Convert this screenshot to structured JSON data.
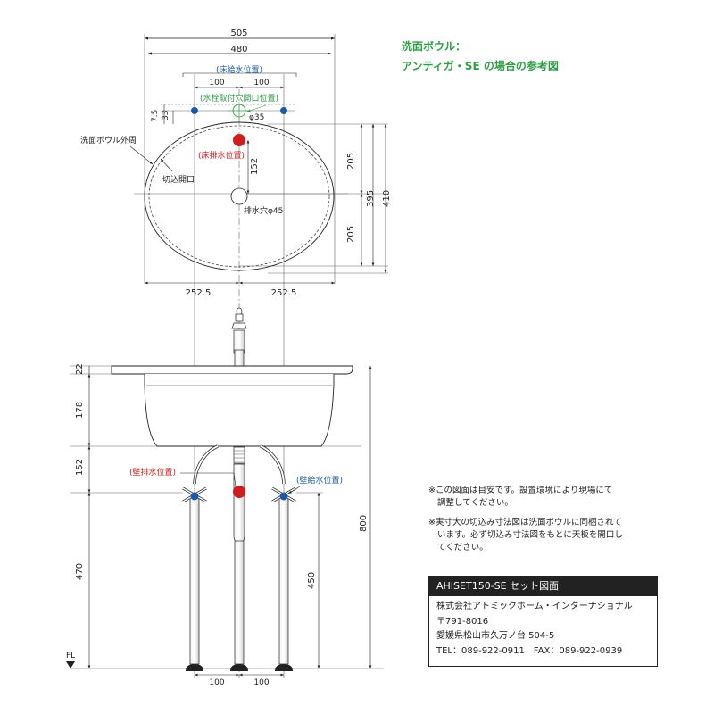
{
  "heading": {
    "line1": "洗面ボウル：",
    "line2": "アンティガ・SE の場合の参考図"
  },
  "top_view": {
    "dim_total_width": "505",
    "dim_bowl_width": "480",
    "floor_supply_label": "(床給水位置)",
    "dim_supply_left": "100",
    "dim_supply_right": "100",
    "faucet_hole_label": "(水栓取付穴開口位置)",
    "faucet_hole_dia": "φ35",
    "dim_7_5": "7.5",
    "dim_33": "33",
    "bowl_outline_label": "洗面ボウル外周",
    "floor_drain_label": "(床排水位置)",
    "cutout_label": "切込開口",
    "dim_152": "152",
    "drain_hole_label": "排水穴φ45",
    "dim_205_top": "205",
    "dim_205_bottom": "205",
    "dim_395": "395",
    "dim_410": "410",
    "dim_252_5_left": "252.5",
    "dim_252_5_right": "252.5"
  },
  "front_view": {
    "dim_22": "22",
    "dim_178": "178",
    "dim_152": "152",
    "dim_470": "470",
    "dim_800": "800",
    "dim_450": "450",
    "wall_drain_label": "(壁排水位置)",
    "wall_supply_label": "(壁給水位置)",
    "fl_label": "FL",
    "dim_bottom_left": "100",
    "dim_bottom_right": "100"
  },
  "notes": {
    "note1_line1": "※この図面は目安です。設置環境により現場にて",
    "note1_line2": "調整してください。",
    "note2_line1": "※実寸大の切込み寸法図は洗面ボウルに同梱されて",
    "note2_line2": "います。必ず切込み寸法図をもとに天板を開口し",
    "note2_line3": "てください。"
  },
  "info_box": {
    "title": "AHISET150-SE セット図面",
    "company": "株式会社アトミックホーム・インターナショナル",
    "postal": "〒791-8016",
    "address": "愛媛県松山市久万ノ台 504-5",
    "contact": "TEL：089-922-0911　FAX：089-922-0939"
  },
  "colors": {
    "accent_green": "#2e9e44",
    "supply_blue": "#1c5aa6",
    "drain_red": "#d01c1c"
  }
}
